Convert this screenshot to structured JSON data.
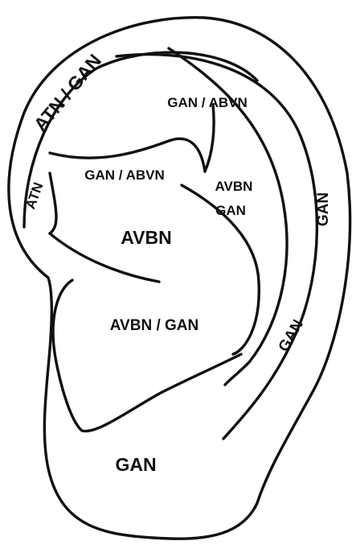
{
  "regions": {
    "helix_upper": "ATN / GAN",
    "helix_root": "ATN",
    "triangular_fossa": "GAN / ABVN",
    "superior_crus": "GAN / ABVN",
    "antihelix": "AVBN\nGAN",
    "cymba_concha": "AVBN",
    "cavum_concha": "AVBN / GAN",
    "helix_rim": "GAN",
    "helix_tail": "GAN",
    "lobule": "GAN"
  },
  "colors": {
    "line": "#111111",
    "text": "#111111",
    "background": "#ffffff"
  }
}
